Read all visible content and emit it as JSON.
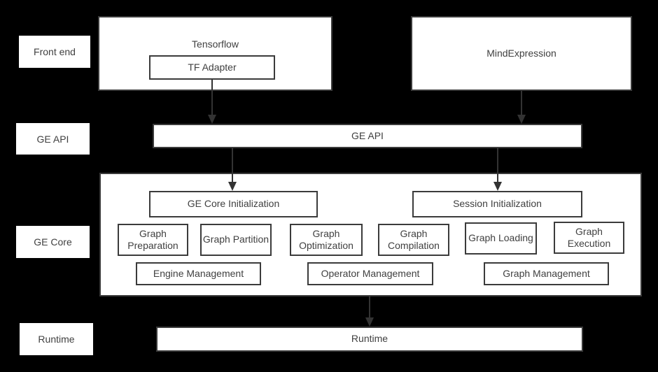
{
  "colors": {
    "background": "#000000",
    "box_fill": "#ffffff",
    "border": "#3b3b3b",
    "text": "#404040",
    "arrow": "#333333"
  },
  "side_labels": {
    "front_end": "Front end",
    "ge_api": "GE API",
    "ge_core": "GE Core",
    "runtime": "Runtime"
  },
  "front_end": {
    "tensorflow": "Tensorflow",
    "tf_adapter": "TF Adapter",
    "mind_expression": "MindExpression"
  },
  "ge_api": {
    "bar": "GE API"
  },
  "ge_core": {
    "ge_core_initialization": "GE Core Initialization",
    "session_initialization": "Session Initialization",
    "function_boxes": [
      "Graph Preparation",
      "Graph Partition",
      "Graph Optimization",
      "Graph Compilation",
      "Graph Loading",
      "Graph Execution"
    ],
    "management_boxes": [
      "Engine Management",
      "Operator Management",
      "Graph Management"
    ]
  },
  "runtime": {
    "bar": "Runtime"
  }
}
